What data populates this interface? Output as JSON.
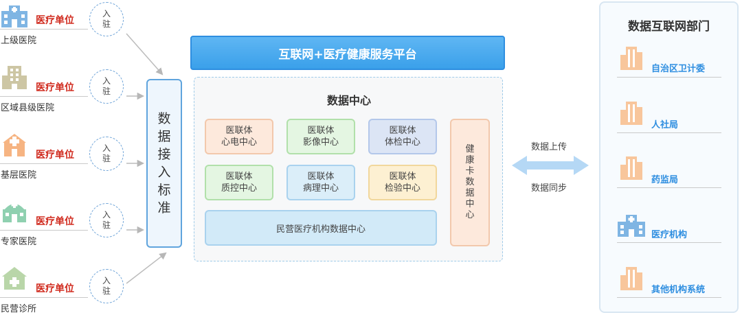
{
  "hospitals": [
    {
      "name": "医疗单位",
      "type": "上级医院",
      "join": "入驻",
      "icon": "hospital-building-icon"
    },
    {
      "name": "医疗单位",
      "type": "区域县级医院",
      "join": "入驻",
      "icon": "tall-building-icon"
    },
    {
      "name": "医疗单位",
      "type": "基层医院",
      "join": "入驻",
      "icon": "clinic-cross-icon"
    },
    {
      "name": "医疗单位",
      "type": "专家医院",
      "join": "入驻",
      "icon": "domed-hospital-icon"
    },
    {
      "name": "医疗单位",
      "type": "民营诊所",
      "join": "入驻",
      "icon": "house-cross-icon"
    }
  ],
  "access": {
    "label": "数据接入标准"
  },
  "platform": {
    "title": "互联网+医疗健康服务平台"
  },
  "data_center": {
    "title": "数据中心",
    "modules": [
      {
        "line1": "医联体",
        "line2": "心电中心",
        "color": "#fde9dc"
      },
      {
        "line1": "医联体",
        "line2": "影像中心",
        "color": "#e4f6e2"
      },
      {
        "line1": "医联体",
        "line2": "体检中心",
        "color": "#dce5f5"
      },
      {
        "line1": "医联体",
        "line2": "质控中心",
        "color": "#e4f6e2"
      },
      {
        "line1": "医联体",
        "line2": "病理中心",
        "color": "#dbeef9"
      },
      {
        "line1": "医联体",
        "line2": "检验中心",
        "color": "#fdf0d2"
      }
    ],
    "private": "民营医疗机构数据中心",
    "health_card": "健康卡数据中心"
  },
  "sync": {
    "upload": "数据上传",
    "sync": "数据同步"
  },
  "departments": {
    "title": "数据互联网部门",
    "items": [
      {
        "label": "自治区卫计委",
        "icon": "building-icon"
      },
      {
        "label": "人社局",
        "icon": "building-icon"
      },
      {
        "label": "药监局",
        "icon": "building-icon"
      },
      {
        "label": "医疗机构",
        "icon": "hospital-building-icon"
      },
      {
        "label": "其他机构系统",
        "icon": "building-icon"
      }
    ]
  },
  "colors": {
    "accent": "#2e8ee0",
    "highlight": "#d02a1e",
    "icon_orange": "#f6b482",
    "icon_blue": "#7fb5e3",
    "icon_green": "#8fd0b0"
  }
}
